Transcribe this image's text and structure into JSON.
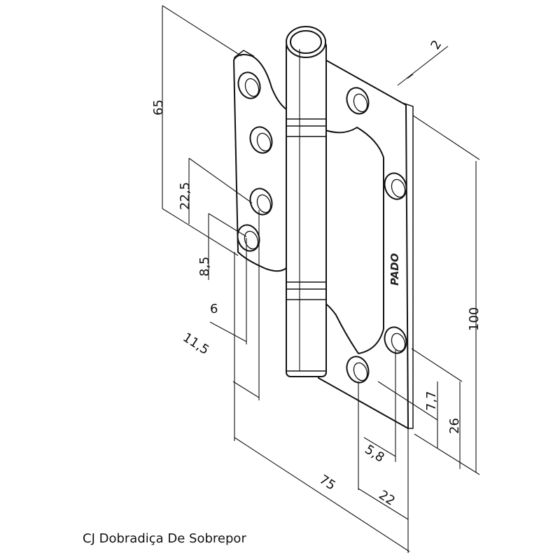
{
  "caption": "CJ Dobradiça De Sobrepor",
  "brand": "PADO",
  "dimensions": {
    "d65": "65",
    "d2": "2",
    "d22_5": "22,5",
    "d8_5": "8,5",
    "d6": "6",
    "d11_5": "11,5",
    "d100": "100",
    "d7_7": "7,7",
    "d26": "26",
    "d5_8": "5,8",
    "d75": "75",
    "d22": "22"
  }
}
